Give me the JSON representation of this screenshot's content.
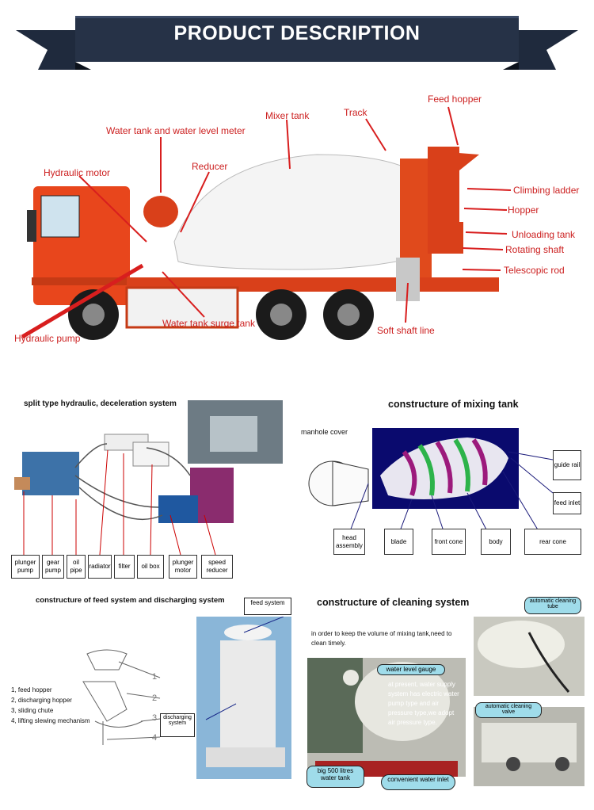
{
  "banner": {
    "title": "PRODUCT DESCRIPTION"
  },
  "truck": {
    "labels": {
      "feed_hopper": "Feed hopper",
      "track": "Track",
      "mixer_tank": "Mixer tank",
      "water_tank": "Water tank and water level meter",
      "reducer": "Reducer",
      "hydraulic_motor": "Hydraulic motor",
      "climbing_ladder": "Climbing ladder",
      "hopper": "Hopper",
      "unloading_tank": "Unloading tank",
      "rotating_shaft": "Rotating shaft",
      "telescopic_rod": "Telescopic rod",
      "soft_shaft_line": "Soft shaft line",
      "water_tank_surge": "Water tank surge tank",
      "hydraulic_pump": "Hydraulic pump"
    }
  },
  "hydraulic": {
    "title": "split type hydraulic, deceleration system",
    "parts": [
      "plunger pump",
      "gear pump",
      "oil pipe",
      "radiator",
      "filter",
      "oil box",
      "plunger motor",
      "speed reducer"
    ]
  },
  "mixing_tank": {
    "title": "constructure of mixing tank",
    "manhole": "manhole cover",
    "parts": [
      "head assembly",
      "blade",
      "front cone",
      "body",
      "rear cone"
    ],
    "guide_rail": "guide rail",
    "feed_inlet": "feed inlet"
  },
  "feed_system": {
    "title": "constructure of feed system and discharging system",
    "legend": [
      "1, feed hopper",
      "2, discharging hopper",
      "3, sliding chute",
      "4, lifting slewing mechanism"
    ],
    "numbers": [
      "1",
      "2",
      "3",
      "4"
    ],
    "callout_feed": "feed system",
    "callout_discharge": "discharging system"
  },
  "cleaning": {
    "title": "constructure of cleaning system",
    "intro": "in order to keep the volume of mixing tank,need to clean timely.",
    "water_level_gauge": "water level gauge",
    "description": "at present, water supply system has electric water pump type and air pressure type,we adopt air pressure type.",
    "big_tank": "big 500 litres water tank",
    "water_inlet": "convenient water inlet",
    "auto_tube": "automatic cleaning tube",
    "auto_valve": "automatic cleaning valve"
  }
}
